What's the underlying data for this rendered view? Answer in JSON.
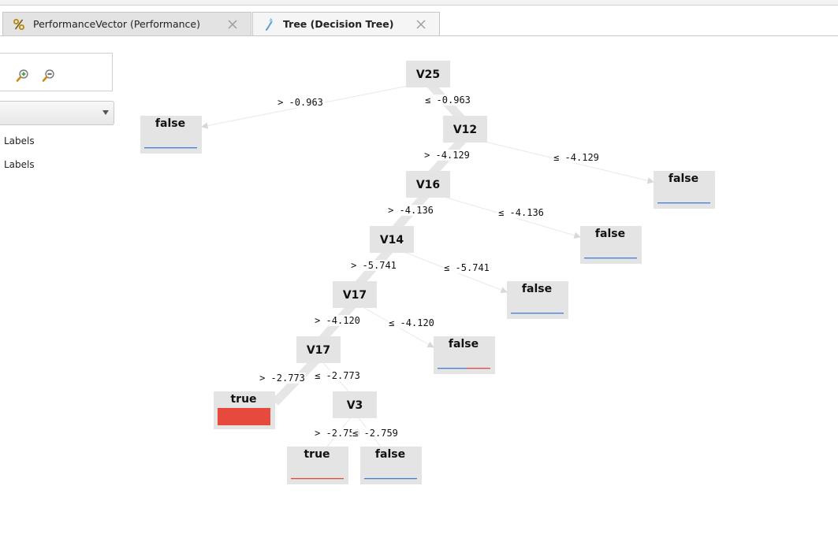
{
  "tabs": [
    {
      "label": "PerformanceVector (Performance)",
      "icon": "percent-icon",
      "active": false
    },
    {
      "label": "Tree (Decision Tree)",
      "icon": "tree-model-icon",
      "active": true
    }
  ],
  "sidebar": {
    "zoom_in_icon": "zoom-in-icon",
    "zoom_out_icon": "zoom-out-icon",
    "mode_select_value": "",
    "labels": [
      "Labels",
      "Labels"
    ]
  },
  "colors": {
    "true_class": "#e8493d",
    "false_class": "#3f7fd9",
    "node_background": "#e4e4e4",
    "edge": "#e6e6e6"
  },
  "tree": {
    "nodes": [
      {
        "id": "n_v25",
        "label": "V25",
        "leaf": false
      },
      {
        "id": "n_v12",
        "label": "V12",
        "leaf": false
      },
      {
        "id": "n_v16",
        "label": "V16",
        "leaf": false
      },
      {
        "id": "n_v14",
        "label": "V14",
        "leaf": false
      },
      {
        "id": "n_v17a",
        "label": "V17",
        "leaf": false
      },
      {
        "id": "n_v17b",
        "label": "V17",
        "leaf": false
      },
      {
        "id": "n_v3",
        "label": "V3",
        "leaf": false
      },
      {
        "id": "l_false1",
        "label": "false",
        "leaf": true,
        "bar": "thin",
        "true_share": 0
      },
      {
        "id": "l_false2",
        "label": "false",
        "leaf": true,
        "bar": "thin",
        "true_share": 0
      },
      {
        "id": "l_false3",
        "label": "false",
        "leaf": true,
        "bar": "thin",
        "true_share": 0
      },
      {
        "id": "l_false4",
        "label": "false",
        "leaf": true,
        "bar": "thin",
        "true_share": 0
      },
      {
        "id": "l_false5",
        "label": "false",
        "leaf": true,
        "bar": "thin",
        "true_share": 0.45
      },
      {
        "id": "l_true1",
        "label": "true",
        "leaf": true,
        "bar": "thick",
        "true_share": 1
      },
      {
        "id": "l_true2",
        "label": "true",
        "leaf": true,
        "bar": "thin",
        "true_share": 1
      },
      {
        "id": "l_false6",
        "label": "false",
        "leaf": true,
        "bar": "thin",
        "true_share": 0
      }
    ],
    "edges": [
      {
        "from": "n_v25",
        "to": "l_false1",
        "label": "> -0.963"
      },
      {
        "from": "n_v25",
        "to": "n_v12",
        "label": "≤ -0.963"
      },
      {
        "from": "n_v12",
        "to": "n_v16",
        "label": "> -4.129"
      },
      {
        "from": "n_v12",
        "to": "l_false2",
        "label": "≤ -4.129"
      },
      {
        "from": "n_v16",
        "to": "n_v14",
        "label": "> -4.136"
      },
      {
        "from": "n_v16",
        "to": "l_false3",
        "label": "≤ -4.136"
      },
      {
        "from": "n_v14",
        "to": "n_v17a",
        "label": "> -5.741"
      },
      {
        "from": "n_v14",
        "to": "l_false4",
        "label": "≤ -5.741"
      },
      {
        "from": "n_v17a",
        "to": "n_v17b",
        "label": "> -4.120"
      },
      {
        "from": "n_v17a",
        "to": "l_false5",
        "label": "≤ -4.120"
      },
      {
        "from": "n_v17b",
        "to": "l_true1",
        "label": "> -2.773"
      },
      {
        "from": "n_v17b",
        "to": "n_v3",
        "label": "≤ -2.773"
      },
      {
        "from": "n_v3",
        "to": "l_true2",
        "label": "> -2.759"
      },
      {
        "from": "n_v3",
        "to": "l_false6",
        "label": "≤ -2.759"
      }
    ]
  }
}
